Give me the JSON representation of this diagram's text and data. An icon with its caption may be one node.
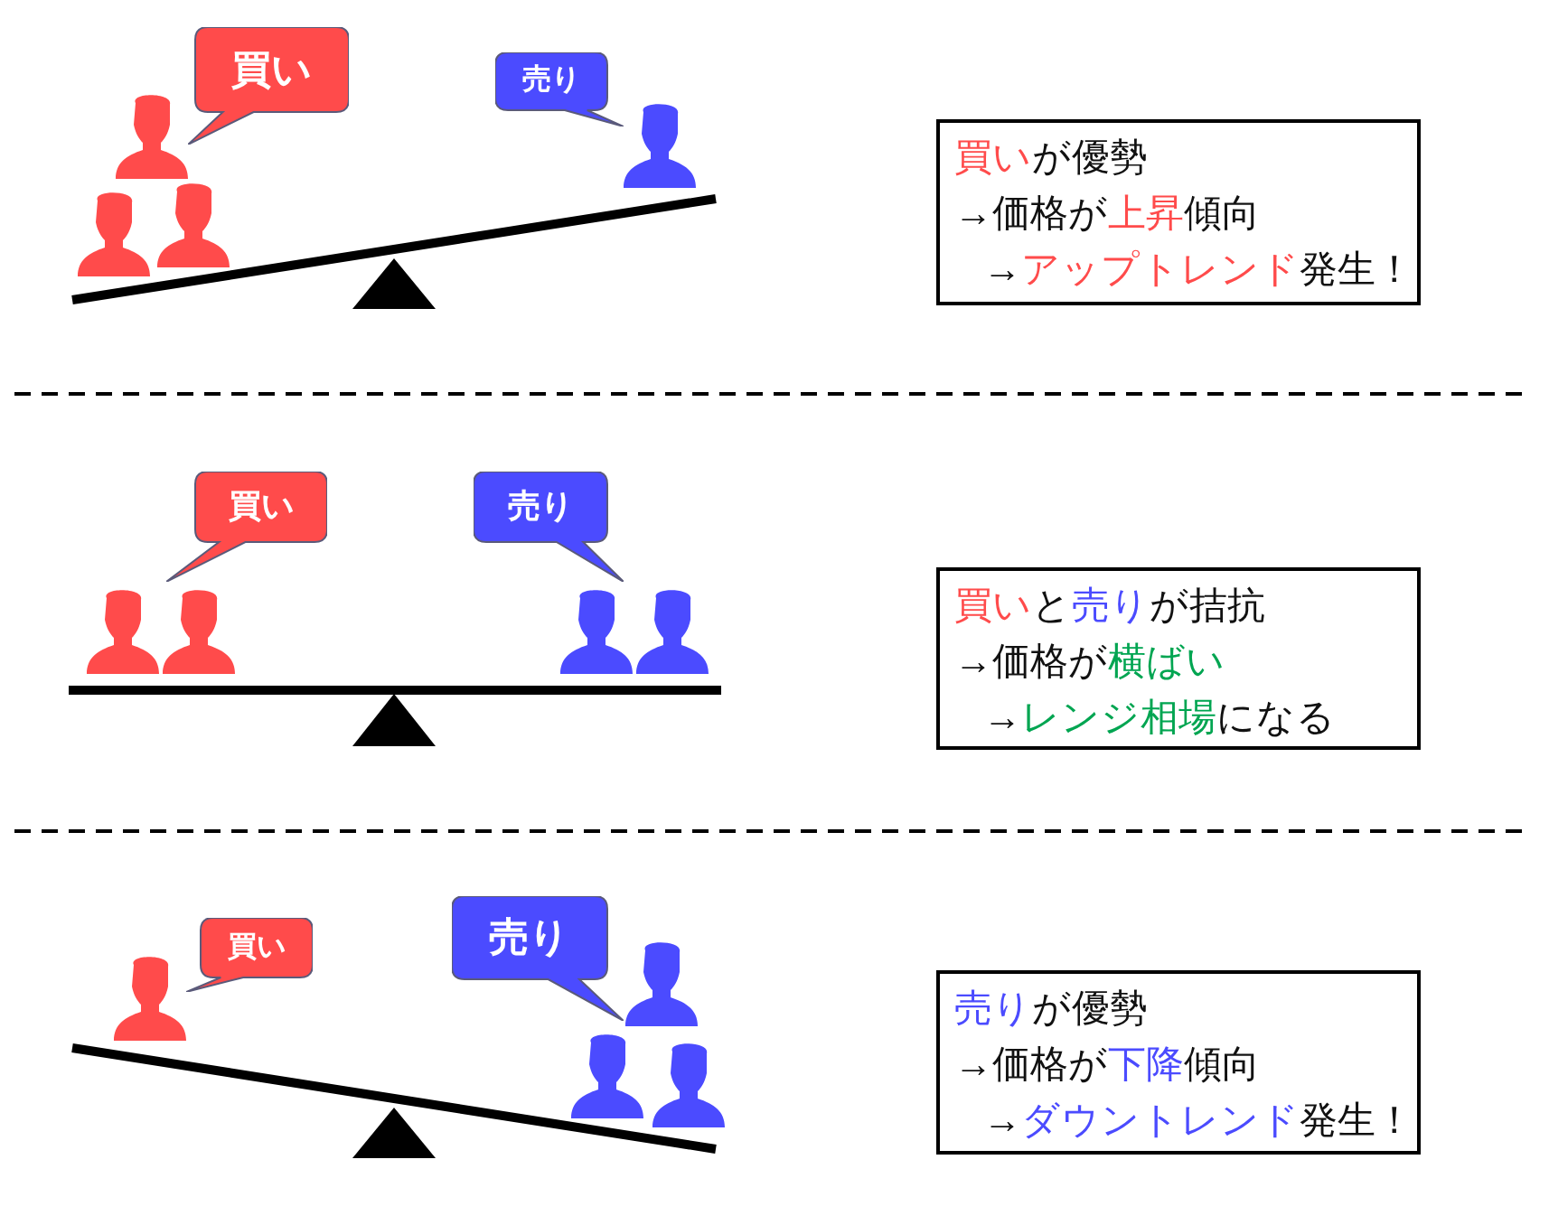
{
  "diagram": {
    "nodes": [
      {
        "text": [
          "買い"
        ]
      },
      {
        "text": [
          "売り"
        ]
      },
      {
        "text": [
          "買いが優勢",
          "→価格が上昇傾向",
          "→アップトレンド発生！"
        ]
      },
      {
        "text": [
          "買い"
        ]
      },
      {
        "text": [
          "売り"
        ]
      },
      {
        "text": [
          "買いと売りが拮抗",
          "→価格が横ばい",
          "→レンジ相場になる"
        ]
      },
      {
        "text": [
          "買い"
        ]
      },
      {
        "text": [
          "売り"
        ]
      },
      {
        "text": [
          "売りが優勢",
          "→価格が下降傾向",
          "→ダウントレンド発生！"
        ]
      }
    ]
  }
}
